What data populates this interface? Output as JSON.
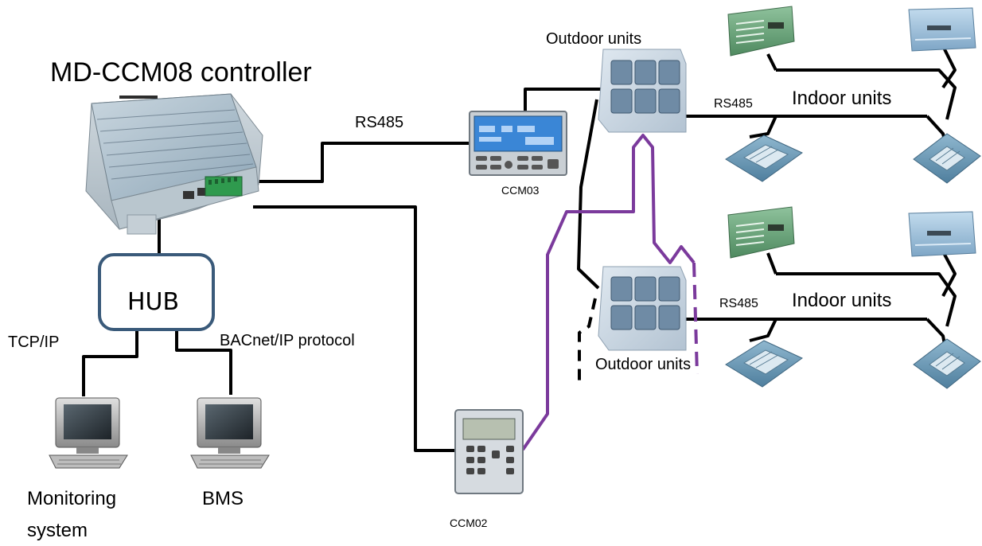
{
  "controller": {
    "title": "MD-CCM08 controller"
  },
  "hub": {
    "label": "HUB"
  },
  "links": {
    "rs485_main": "RS485",
    "rs485_upper": "RS485",
    "rs485_lower": "RS485",
    "tcpip": "TCP/IP",
    "bacnet": "BACnet/IP protocol"
  },
  "devices": {
    "ccm03": "CCM03",
    "ccm02": "CCM02"
  },
  "units": {
    "outdoor_top": "Outdoor units",
    "outdoor_bottom": "Outdoor units",
    "indoor_top": "Indoor units",
    "indoor_bottom": "Indoor units"
  },
  "terminals": {
    "monitoring_line1": "Monitoring",
    "monitoring_line2": "system",
    "bms": "BMS"
  },
  "colors": {
    "wire": "#000000",
    "bus": "#7b3a9c",
    "hub_border": "#3a5a7a",
    "panel_blue": "#7fb2d6",
    "indoor_green": "#5f9a6e",
    "indoor_blue": "#7fa8c8"
  }
}
